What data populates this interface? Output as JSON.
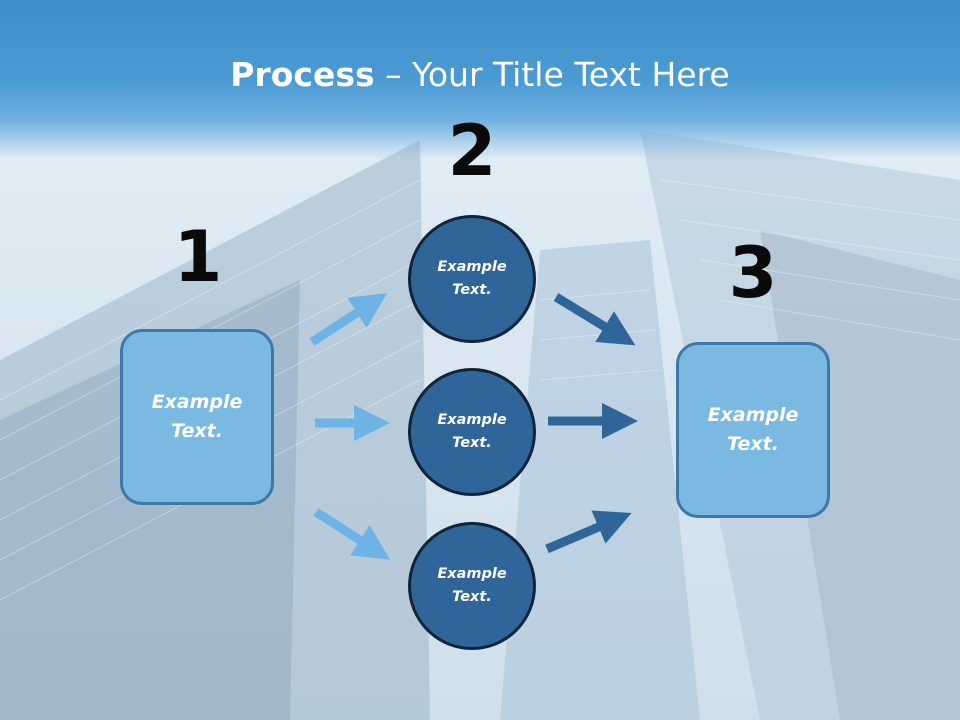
{
  "slide": {
    "title_bold": "Process",
    "title_rest": " – Your Title Text Here",
    "numbers": {
      "n1": "1",
      "n2": "2",
      "n3": "3"
    },
    "left_box": "Example\nText.",
    "right_box": "Example\nText.",
    "circles": [
      {
        "text": "Example\nText."
      },
      {
        "text": "Example\nText."
      },
      {
        "text": "Example\nText."
      }
    ]
  },
  "colors": {
    "banner": "#4a9ad4",
    "box_fill": "#7ab9e2",
    "circle_fill": "#2f6599",
    "light_arrow": "#6db3e5",
    "dark_arrow": "#2f6599"
  }
}
